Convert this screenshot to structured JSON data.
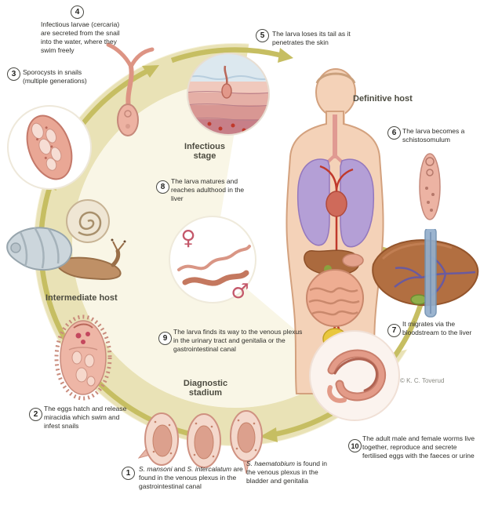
{
  "labels": {
    "definitive_host": "Definitive host",
    "intermediate_host": "Intermediate host",
    "infectious_stage": "Infectious stage",
    "diagnostic_stadium": "Diagnostic stadium"
  },
  "credit": "© K. C. Toverud",
  "icons": {
    "female_symbol": "♀",
    "male_symbol": "♂"
  },
  "steps": [
    {
      "num": "1",
      "text": ""
    },
    {
      "num": "2",
      "text": "The eggs hatch and release miracidia which swim and infest snails"
    },
    {
      "num": "3",
      "text": "Sporocysts in snails (multiple generations)"
    },
    {
      "num": "4",
      "text": "Infectious larvae (cercaria) are secreted from the snail into the water, where they swim freely"
    },
    {
      "num": "5",
      "text": "The larva loses its tail as it penetrates the skin"
    },
    {
      "num": "6",
      "text": "The larva becomes a schistosomulum"
    },
    {
      "num": "7",
      "text": "It migrates via the bloodstream to the liver"
    },
    {
      "num": "8",
      "text": "The larva matures and reaches adulthood in the liver"
    },
    {
      "num": "9",
      "text": "The larva finds its way to the venous plexus in the urinary tract and genitalia or the gastrointestinal canal"
    },
    {
      "num": "10",
      "text": "The adult male and female worms live together, reproduce and secrete fertilised eggs with the faeces or urine"
    }
  ],
  "species_notes": {
    "left": {
      "sp1": "S. mansoni",
      "mid": " and ",
      "sp2": "S. intercalatum",
      "rest": " are found in the venous plexus in the gastrointestinal canal"
    },
    "right": {
      "sp1": "S. haematobium",
      "rest": " is found in the venous plexus in the bladder and genitalia"
    }
  },
  "colors": {
    "ring": "#e9e2b6",
    "arrow": "#c6be62",
    "illustration_pink": "#e9a795"
  }
}
